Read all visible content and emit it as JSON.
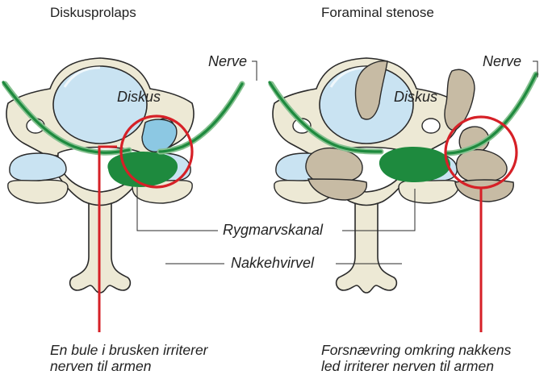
{
  "panels": {
    "left": {
      "title": "Diskusprolaps",
      "disc_label": "Diskus",
      "nerve_label": "Nerve",
      "caption_line1": "En bule i brusken irriterer",
      "caption_line2": "nerven til armen"
    },
    "right": {
      "title": "Foraminal stenose",
      "disc_label": "Diskus",
      "nerve_label": "Nerve",
      "caption_line1": "Forsnævring omkring nakkens",
      "caption_line2": "led irriterer nerven til armen"
    }
  },
  "shared_labels": {
    "spinal_canal": "Rygmarvskanal",
    "vertebra": "Nakkehvirvel"
  },
  "colors": {
    "bone": "#ede9d5",
    "outline": "#2a2a2a",
    "disc": "#c9e3f2",
    "bulge": "#8cc8e3",
    "cord": "#1e8a3e",
    "nerve_light": "#86c190",
    "highlight": "#d62027",
    "osteophyte": "#c7bba4"
  }
}
